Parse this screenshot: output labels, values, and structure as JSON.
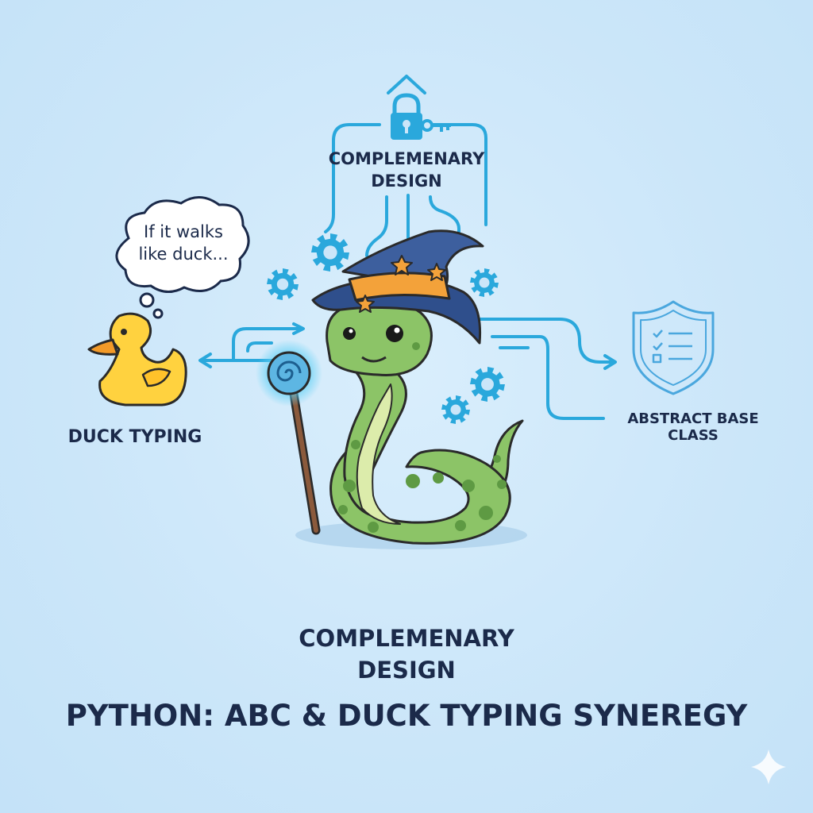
{
  "diagram": {
    "top_label": [
      "COMPLEMENARY",
      "DESIGN"
    ],
    "duck_bubble": [
      "If it walks",
      "like duck..."
    ],
    "left_label": "DUCK TYPING",
    "right_label": "ABSTRACT BASE CLASS",
    "bottom_subtitle": [
      "COMPLEMENARY",
      "DESIGN"
    ],
    "main_title": "PYTHON: ABC & DUCK TYPING SYNEREGY"
  },
  "colors": {
    "background": "#cbe6f9",
    "connector": "#2aa8dc",
    "text": "#1b2a4a",
    "snake": "#8cc467",
    "hat": "#3d5f9e",
    "hat_band": "#f3a23a",
    "duck": "#ffd23f"
  },
  "icons": [
    "lock-key-icon",
    "house-arrow-icon",
    "gear-icon",
    "shield-checklist-icon",
    "sparkle-icon"
  ]
}
